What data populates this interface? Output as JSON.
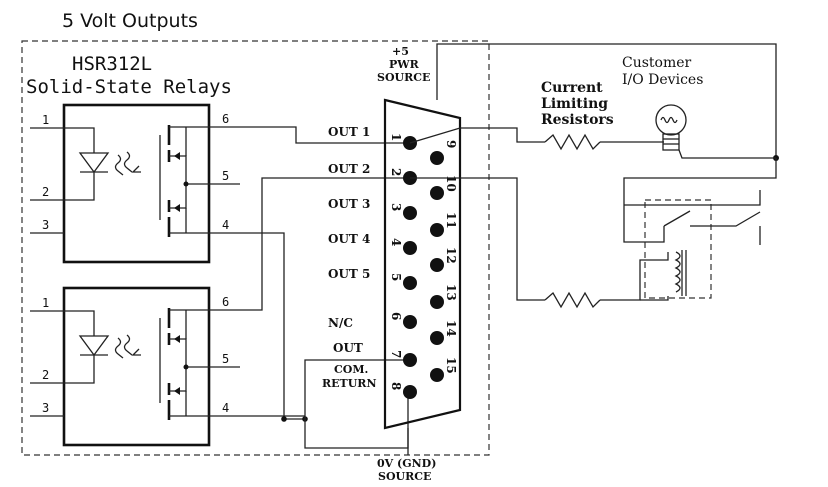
{
  "title": "5 Volt Outputs",
  "relay_block": {
    "line1": "HSR312L",
    "line2": "Solid-State Relays"
  },
  "relays": [
    {
      "pins": {
        "p1": "1",
        "p2": "2",
        "p3": "3",
        "p4": "4",
        "p5": "5",
        "p6": "6"
      }
    },
    {
      "pins": {
        "p1": "1",
        "p2": "2",
        "p3": "3",
        "p4": "4",
        "p5": "5",
        "p6": "6"
      }
    }
  ],
  "connector": {
    "top_label": [
      "+5",
      "PWR",
      "SOURCE"
    ],
    "bottom_label": [
      "0V (GND)",
      "SOURCE"
    ],
    "upper_pins": [
      "1",
      "2",
      "3",
      "4",
      "5",
      "6",
      "7",
      "8"
    ],
    "lower_pins": [
      "9",
      "10",
      "11",
      "12",
      "13",
      "14",
      "15"
    ]
  },
  "signals": [
    {
      "text": "OUT  1"
    },
    {
      "text": "OUT  2"
    },
    {
      "text": "OUT  3"
    },
    {
      "text": "OUT  4"
    },
    {
      "text": "OUT  5"
    },
    {
      "text": "N/C"
    },
    {
      "text": "OUT"
    }
  ],
  "com_return": [
    "COM.",
    "RETURN"
  ],
  "resistors_label": [
    "Current",
    "Limiting",
    "Resistors"
  ],
  "devices_label": [
    "Customer",
    "I/O Devices"
  ]
}
